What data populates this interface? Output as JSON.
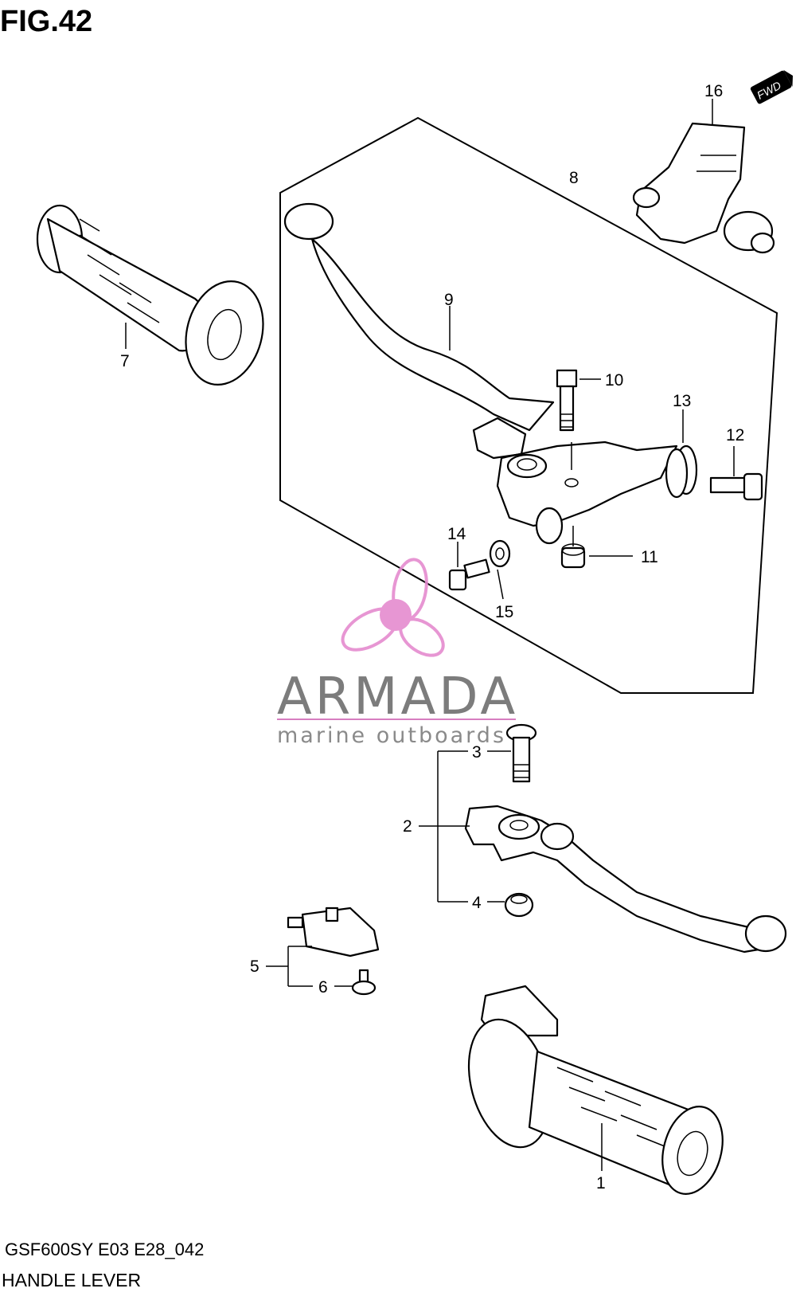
{
  "figure": {
    "title": "FIG.42"
  },
  "footer": {
    "model": "GSF600SY E03 E28_042",
    "name": "HANDLE LEVER"
  },
  "watermark": {
    "brand": "ARMADA",
    "tagline": "marine outboards",
    "color_pink": "#e58bcf",
    "color_gray": "#7c7c7c"
  },
  "direction_badge": "FWD",
  "callouts": [
    {
      "id": "1",
      "label": "1"
    },
    {
      "id": "2",
      "label": "2"
    },
    {
      "id": "3",
      "label": "3"
    },
    {
      "id": "4",
      "label": "4"
    },
    {
      "id": "5",
      "label": "5"
    },
    {
      "id": "6",
      "label": "6"
    },
    {
      "id": "7",
      "label": "7"
    },
    {
      "id": "8",
      "label": "8"
    },
    {
      "id": "9",
      "label": "9"
    },
    {
      "id": "10",
      "label": "10"
    },
    {
      "id": "11",
      "label": "11"
    },
    {
      "id": "12",
      "label": "12"
    },
    {
      "id": "13",
      "label": "13"
    },
    {
      "id": "14",
      "label": "14"
    },
    {
      "id": "15",
      "label": "15"
    },
    {
      "id": "16",
      "label": "16"
    }
  ]
}
